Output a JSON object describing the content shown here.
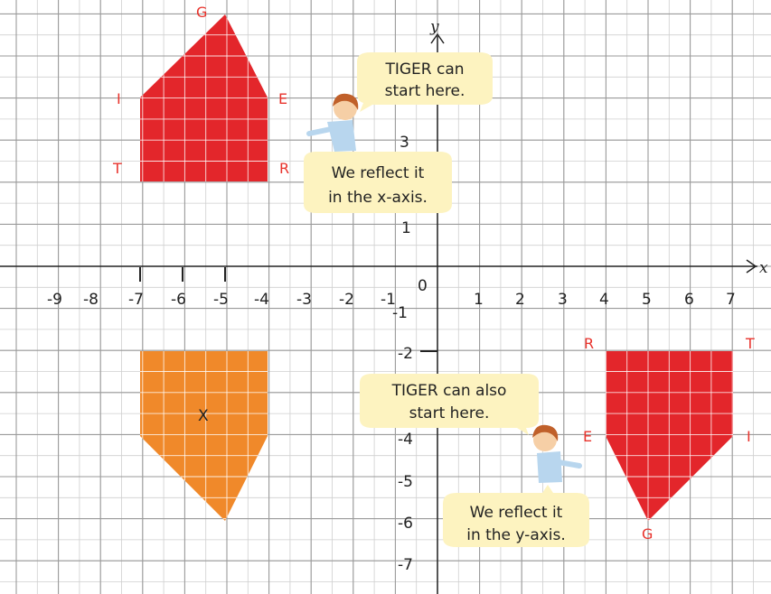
{
  "axes": {
    "x_name": "x",
    "y_name": "y",
    "x_tick_labels": [
      "-9",
      "-8",
      "-7",
      "-6",
      "-5",
      "-4",
      "-3",
      "-2",
      "-1",
      "1",
      "2",
      "3",
      "4",
      "5",
      "6",
      "7"
    ],
    "y_tick_labels": [
      "3",
      "1",
      "-1",
      "-2",
      "-4",
      "-5",
      "-6",
      "-7"
    ],
    "origin_label": "0"
  },
  "shapes": {
    "top_left": {
      "color": "#e3262b",
      "vertices": [
        "G",
        "I",
        "E",
        "T",
        "R"
      ]
    },
    "bottom_left": {
      "color": "#f0892a",
      "center_mark": "X"
    },
    "bottom_right": {
      "color": "#e3262b",
      "vertices": [
        "R",
        "T",
        "E",
        "I",
        "G"
      ]
    }
  },
  "bubbles": {
    "top_start": [
      "TIGER can",
      "start here."
    ],
    "top_reflect": [
      "We reflect it",
      "in the x-axis."
    ],
    "bottom_start": [
      "TIGER can also",
      "start here."
    ],
    "bottom_reflect": [
      "We reflect it",
      "in the y-axis."
    ]
  },
  "colors": {
    "grid": "#9a9a9a",
    "bubble": "#fdf3c0",
    "vertex_label": "#e8322b"
  }
}
